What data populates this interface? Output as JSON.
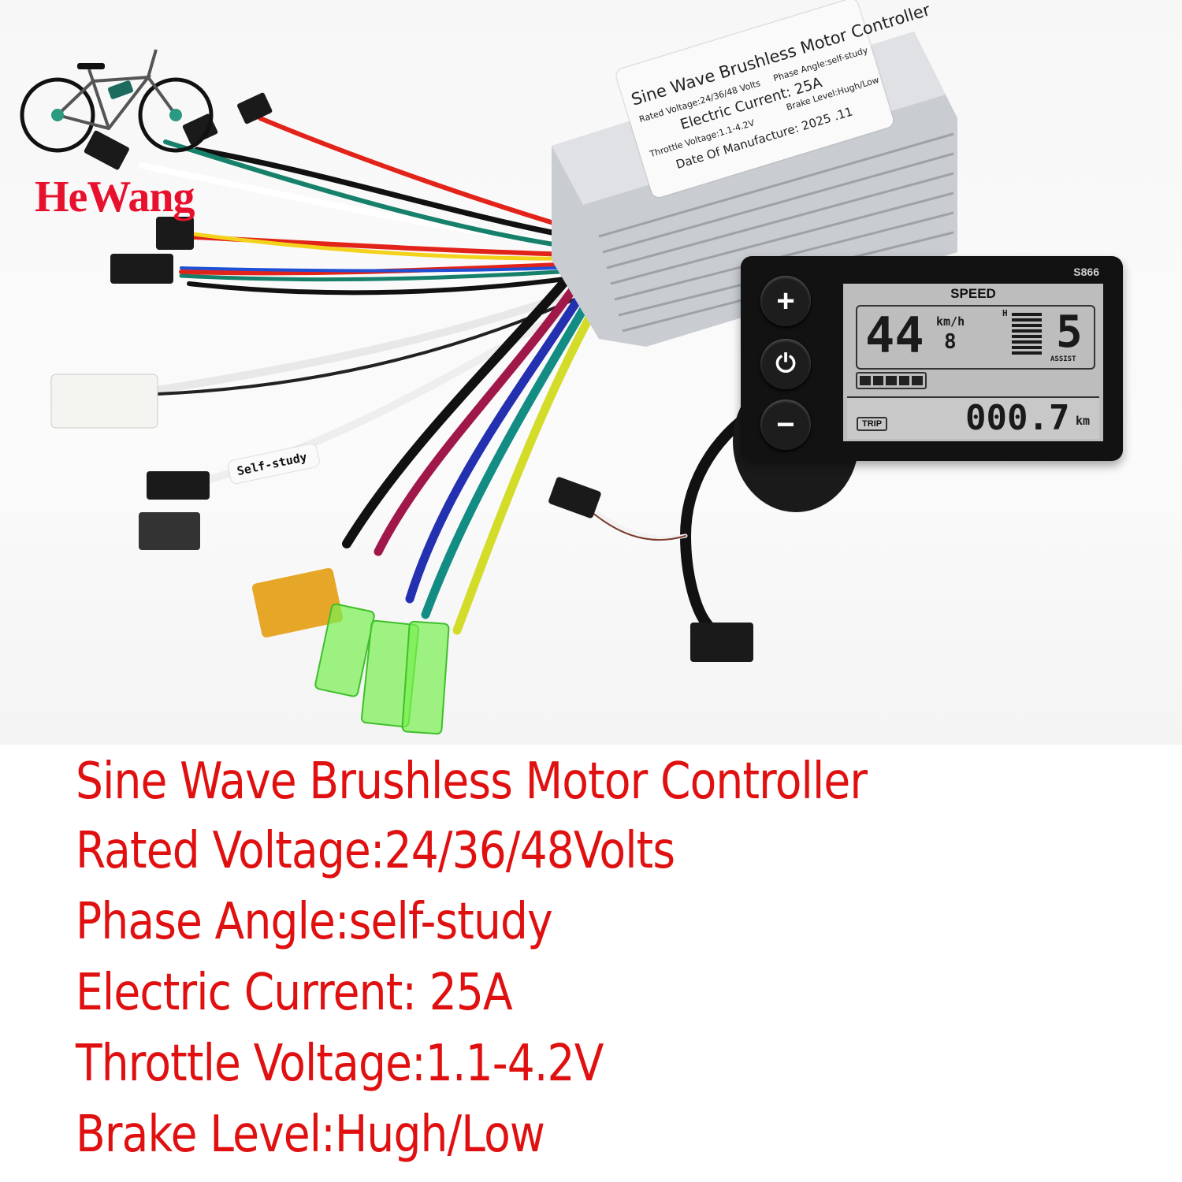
{
  "brand": {
    "logo_text": "HeWang",
    "logo_color": "#e8112d",
    "logo_icon": "bicycle-icon"
  },
  "controller_label": {
    "title": "Sine Wave Brushless Motor Controller",
    "rated_voltage": "Rated Voltage:24/36/48 Volts",
    "phase_angle": "Phase Angle:self-study",
    "electric_current": "Electric Current: 25A",
    "throttle_voltage": "Throttle Voltage:1.1-4.2V",
    "brake_level": "Brake Level:Hugh/Low",
    "date_of_manufacture": "Date Of Manufacture:  2025 .11"
  },
  "cable_tag": "Self-study",
  "display": {
    "model": "S866",
    "speed_title": "SPEED",
    "speed_value": "44",
    "speed_unit": "km/h",
    "speed_sub_digit": "8",
    "power_bar_label": "H",
    "power_bars": 8,
    "assist_level": "5",
    "assist_label": "ASSIST",
    "battery_segments": 5,
    "trip_label": "TRIP",
    "trip_value": "000.7",
    "trip_unit": "km",
    "buttons": [
      {
        "name": "plus",
        "glyph": "+"
      },
      {
        "name": "power",
        "glyph": "⏻"
      },
      {
        "name": "minus",
        "glyph": "−"
      }
    ]
  },
  "specs": {
    "color": "#e01010",
    "lines": [
      "Sine Wave Brushless Motor Controller",
      "Rated Voltage:24/36/48Volts",
      "Phase Angle:self-study",
      "Electric Current: 25A",
      "Throttle Voltage:1.1-4.2V",
      "Brake Level:Hugh/Low"
    ]
  }
}
